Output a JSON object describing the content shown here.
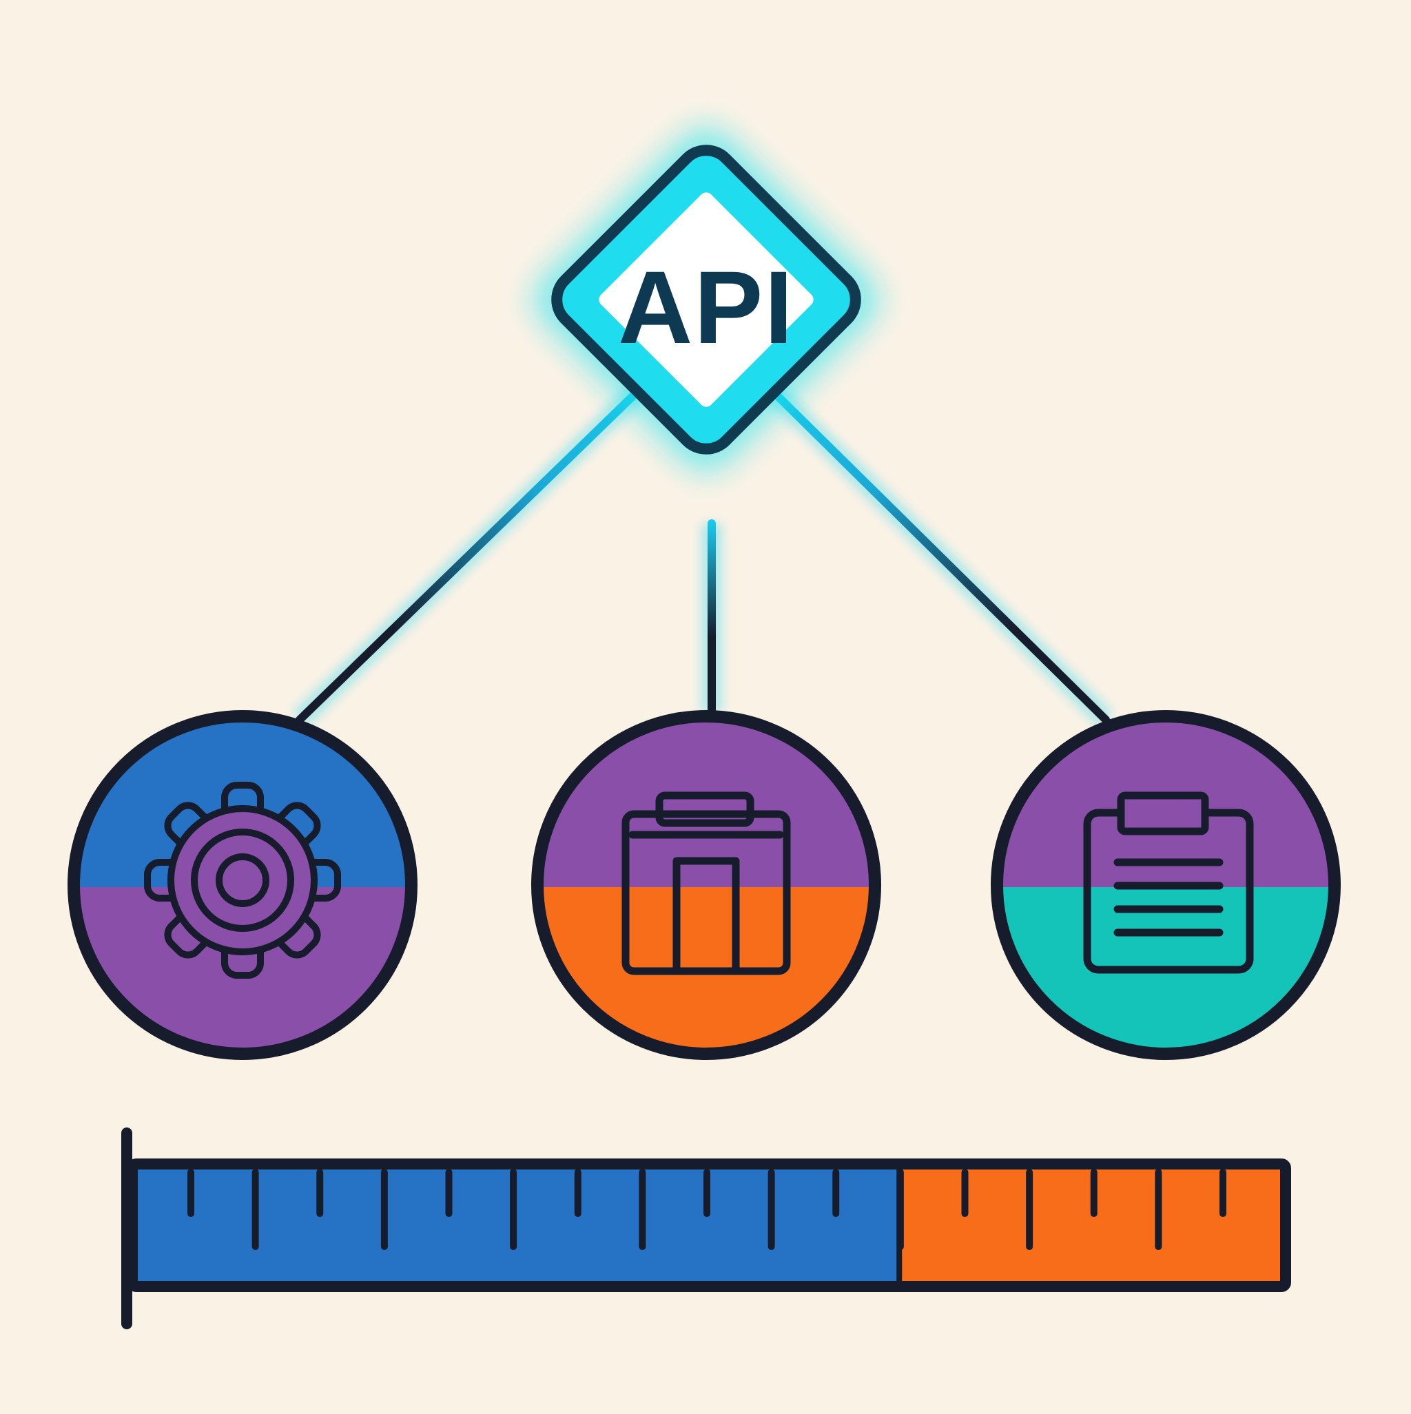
{
  "hub": {
    "label": "API",
    "icon": "api-diamond",
    "glow_color": "#19e3f0",
    "border_color": "#103a4f",
    "fill_color": "#ffffff"
  },
  "nodes": [
    {
      "id": "settings",
      "icon": "gear-icon",
      "top_color": "#2673c6",
      "bottom_color": "#8a4fa8"
    },
    {
      "id": "store",
      "icon": "storefront-icon",
      "top_color": "#8a4fa8",
      "bottom_color": "#f76d19"
    },
    {
      "id": "docs",
      "icon": "clipboard-icon",
      "top_color": "#8a4fa8",
      "bottom_color": "#14c4b8"
    }
  ],
  "progress_bar": {
    "progress_percent": 66.5,
    "filled_color": "#2673c6",
    "remaining_color": "#f76d19",
    "tick_count": 17
  },
  "colors": {
    "background": "#fbf2e6",
    "outline": "#161c2c",
    "connector_glow": "#19d6ee"
  }
}
